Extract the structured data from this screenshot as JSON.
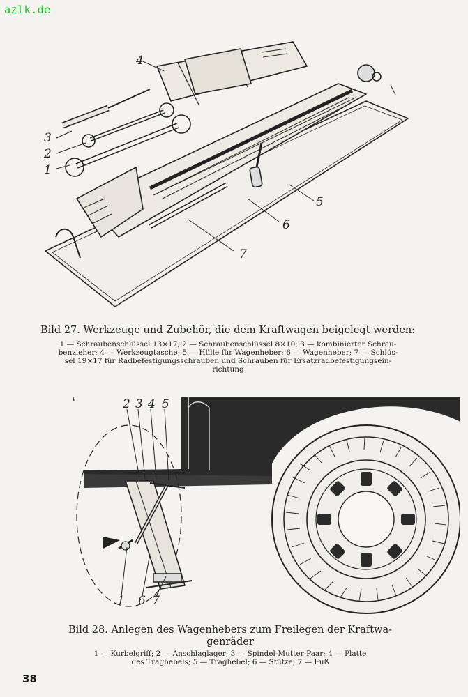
{
  "watermark": "azlk.de",
  "figure27": {
    "title": "Bild 27. Werkzeuge und Zubehör, die dem Kraftwagen beigelegt werden:",
    "legend_line1": "1 — Schraubenschlüssel 13×17; 2 — Schraubenschlüssel 8×10; 3 — kombinierter Schrau-",
    "legend_line2": "benzieher; 4 — Werkzeugtasche; 5 — Hülle für Wagenheber; 6 — Wagenheber; 7 — Schlüs-",
    "legend_line3": "sel 19×17 für Radbefestigungsschrauben und Schrauben für Ersatzradbefestigungsein-",
    "legend_line4": "richtung",
    "labels": [
      "1",
      "2",
      "3",
      "4",
      "5",
      "6",
      "7"
    ]
  },
  "figure28": {
    "title_line1": "Bild 28. Anlegen des Wagenhebers zum Freilegen der Kraftwa-",
    "title_line2": "genräder",
    "legend_line1": "1 — Kurbelgriff; 2 — Anschlaglager; 3 — Spindel-Mutter-Paar; 4 — Platte",
    "legend_line2": "des Traghebels; 5 — Traghebel; 6 — Stütze; 7 — Fuß",
    "labels": [
      "1",
      "2",
      "3",
      "4",
      "5",
      "6",
      "7"
    ]
  },
  "page_number": "38"
}
